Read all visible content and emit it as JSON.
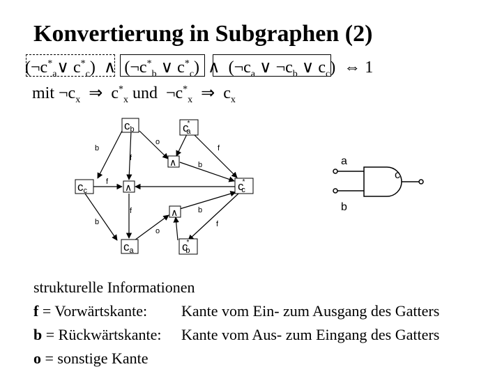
{
  "title": "Konvertierung in Subgraphen (2)",
  "formula": {
    "line1": "(¬c*a ∨ c*c) ∧ (¬c*b ∨ c*c) ∧ (¬ca ∨ ¬cb ∨ cc) ⇔ 1",
    "line2": "mit ¬cx ⇒ c*x und ¬c*x ⇒ cx"
  },
  "graph": {
    "nodes": {
      "cb": "cb",
      "ca_star": "c*a",
      "cc": "cc",
      "cc_star": "c*c",
      "ca": "ca",
      "cb_star": "c*b",
      "and_symbol": "∧"
    },
    "edge_labels": {
      "f": "f",
      "b": "b",
      "o": "o"
    }
  },
  "gate": {
    "input_a": "a",
    "input_b": "b",
    "output_c": "c"
  },
  "legend": {
    "heading": "strukturelle Informationen",
    "f_key": "f",
    "f_def": " = Vorwärtskante:",
    "f_desc": "Kante vom Ein- zum Ausgang des Gatters",
    "b_key": "b",
    "b_def": " = Rückwärtskante:",
    "b_desc": "Kante vom Aus- zum Eingang des Gatters",
    "o_key": "o",
    "o_def": " = sonstige Kante"
  }
}
